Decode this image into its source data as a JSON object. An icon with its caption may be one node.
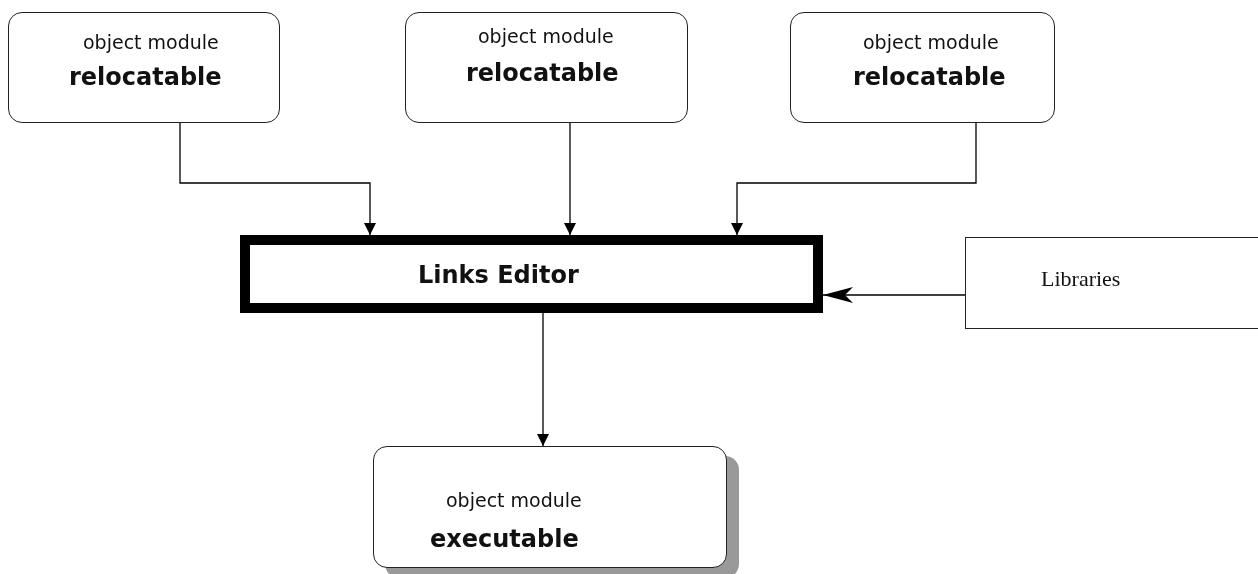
{
  "diagram": {
    "nodes": [
      {
        "text": [
          "object module",
          "relocatable"
        ]
      },
      {
        "text": [
          "object module",
          "relocatable"
        ]
      },
      {
        "text": [
          "object module",
          "relocatable"
        ]
      },
      {
        "text": [
          "Links Editor"
        ]
      },
      {
        "text": [
          "Libraries"
        ]
      },
      {
        "text": [
          "object module",
          "executable"
        ]
      }
    ],
    "edges": [
      {
        "from": 0,
        "to": 3,
        "arrow": "to"
      },
      {
        "from": 1,
        "to": 3,
        "arrow": "to"
      },
      {
        "from": 2,
        "to": 3,
        "arrow": "to"
      },
      {
        "from": 4,
        "to": 3,
        "arrow": "to"
      },
      {
        "from": 3,
        "to": 5,
        "arrow": "to"
      }
    ]
  }
}
